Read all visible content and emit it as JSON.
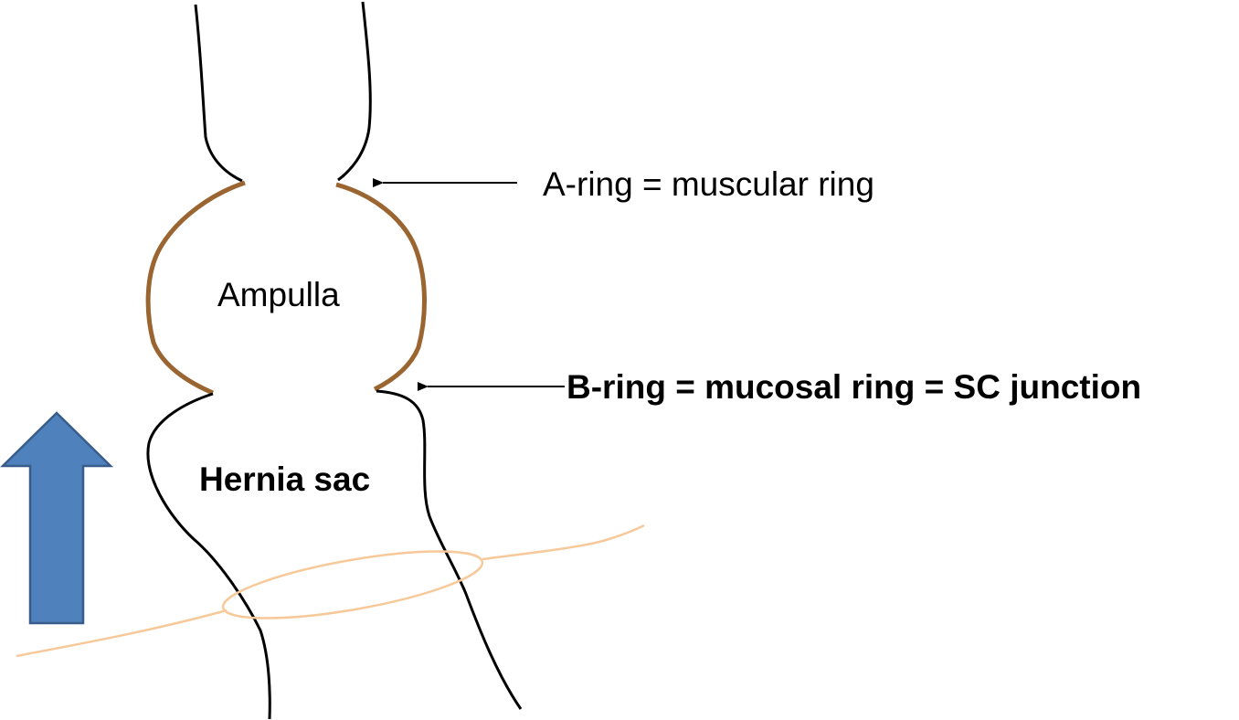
{
  "labels": {
    "a_ring": "A-ring = muscular ring",
    "b_ring": "B-ring = mucosal ring = SC junction",
    "ampulla": "Ampulla",
    "hernia_sac": "Hernia sac"
  },
  "colors": {
    "esophagus_wall": "#000000",
    "ampulla_wall": "#9a6530",
    "diaphragm": "#f7c99a",
    "arrow_fill": "#4f81bd",
    "arrow_stroke": "#385d8a"
  },
  "icons": {
    "up_arrow": "up-arrow-icon"
  }
}
